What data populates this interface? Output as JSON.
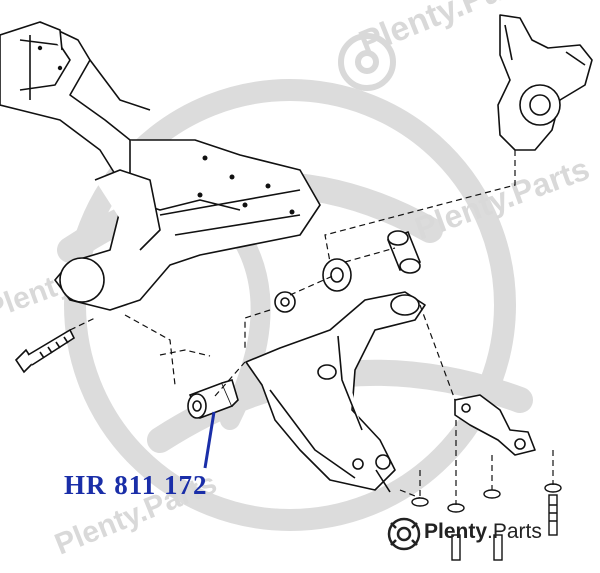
{
  "part_number": "HR 811 172",
  "brand": {
    "name": "Plenty",
    "suffix": ".Parts",
    "icon": "brake-disc-logo-icon"
  },
  "watermark": {
    "text": "Plenty.Parts",
    "color": "#cfcfcf"
  },
  "colors": {
    "label": "#1a2ea8",
    "line": "#111111",
    "watermark": "#d6d6d6"
  }
}
